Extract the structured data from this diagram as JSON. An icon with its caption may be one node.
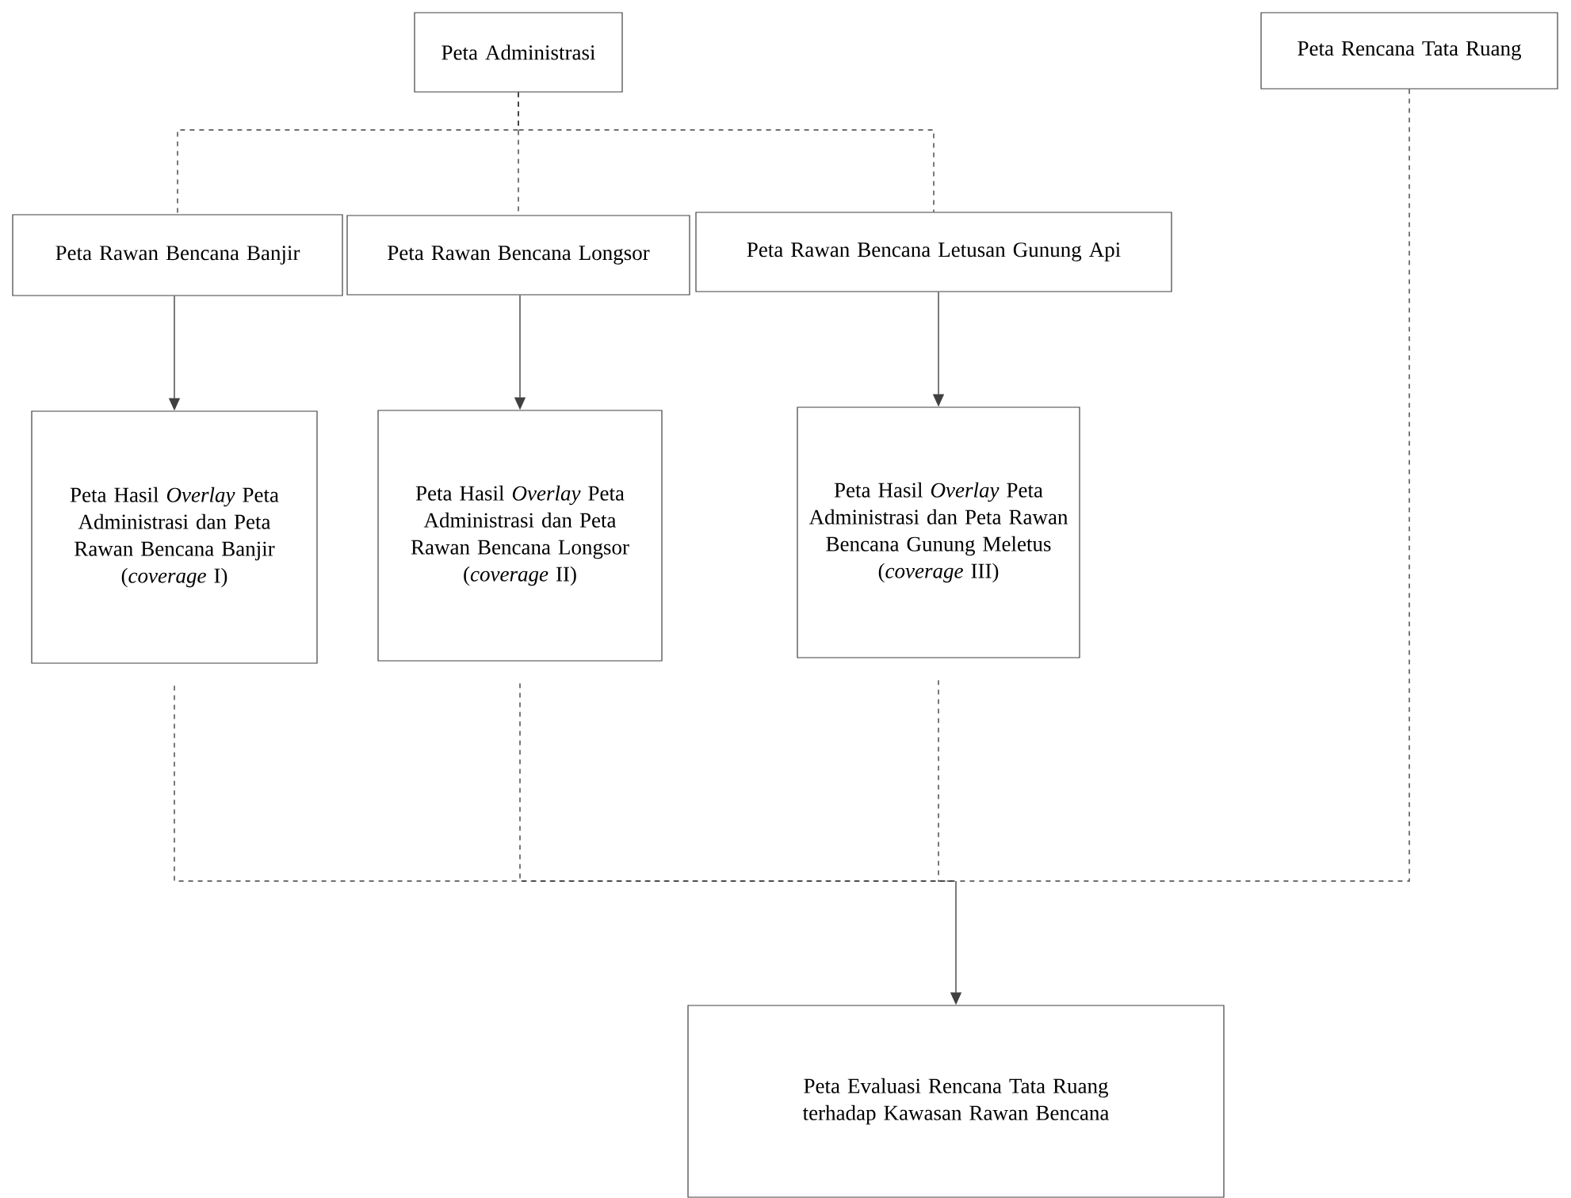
{
  "diagram": {
    "nodes": [
      {
        "text": [
          "Peta Administrasi"
        ]
      },
      {
        "text": [
          "Peta Rencana Tata Ruang"
        ]
      },
      {
        "text": [
          "Peta Rawan Bencana Banjir"
        ]
      },
      {
        "text": [
          "Peta Rawan Bencana Longsor"
        ]
      },
      {
        "text": [
          "Peta Rawan Bencana Letusan Gunung Api"
        ]
      },
      {
        "text": [
          "Peta Hasil *Overlay* Peta Administrasi dan Peta Rawan Bencana Banjir",
          "(*coverage* I)"
        ]
      },
      {
        "text": [
          "Peta Hasil *Overlay* Peta Administrasi dan Peta Rawan Bencana Longsor",
          "(*coverage* II)"
        ]
      },
      {
        "text": [
          "Peta Hasil *Overlay* Peta Administrasi dan Peta Rawan Bencana Gunung Meletus",
          "(*coverage* III)"
        ]
      },
      {
        "text": [
          "Peta Evaluasi Rencana Tata Ruang terhadap Kawasan Rawan Bencana"
        ]
      }
    ],
    "edges": [
      {
        "from": 0,
        "to": 2,
        "arrow": "none",
        "style": "dashed"
      },
      {
        "from": 0,
        "to": 3,
        "arrow": "none",
        "style": "dashed"
      },
      {
        "from": 0,
        "to": 4,
        "arrow": "none",
        "style": "dashed"
      },
      {
        "from": 2,
        "to": 5,
        "arrow": "to"
      },
      {
        "from": 3,
        "to": 6,
        "arrow": "to"
      },
      {
        "from": 4,
        "to": 7,
        "arrow": "to"
      },
      {
        "from": 5,
        "to": 8,
        "arrow": "to",
        "style": "dashed"
      },
      {
        "from": 6,
        "to": 8,
        "arrow": "to",
        "style": "dashed"
      },
      {
        "from": 7,
        "to": 8,
        "arrow": "to",
        "style": "dashed"
      },
      {
        "from": 1,
        "to": 8,
        "arrow": "to",
        "style": "dashed"
      }
    ]
  }
}
